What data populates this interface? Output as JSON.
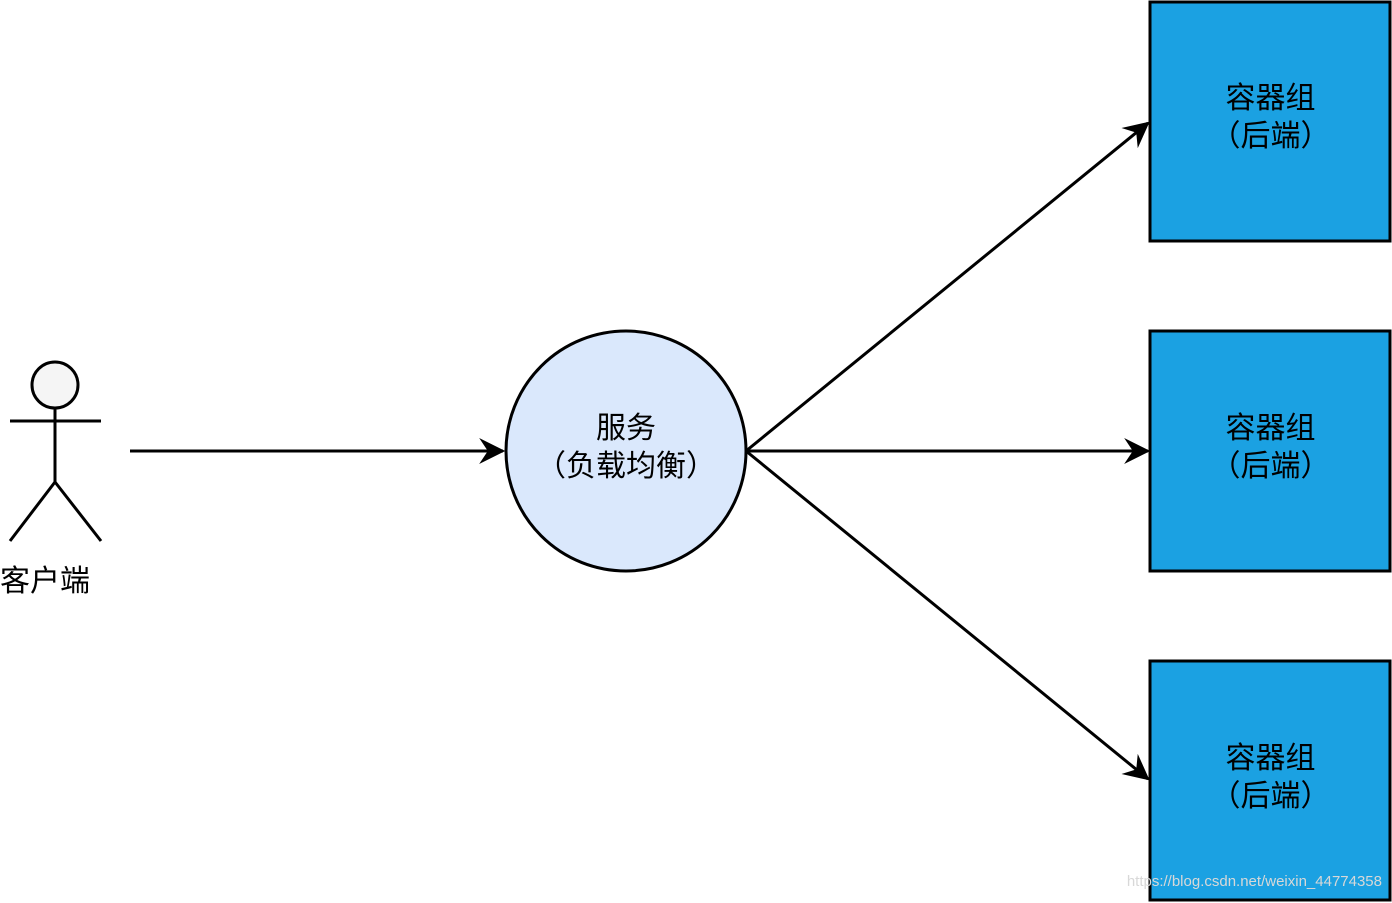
{
  "client": {
    "label": "客户端"
  },
  "service": {
    "line1": "服务",
    "line2": "（负载均衡）"
  },
  "pods": [
    {
      "line1": "容器组",
      "line2": "（后端）"
    },
    {
      "line1": "容器组",
      "line2": "（后端）"
    },
    {
      "line1": "容器组",
      "line2": "（后端）"
    }
  ],
  "watermark": "https://blog.csdn.net/weixin_44774358",
  "colors": {
    "service_fill": "#dae8fc",
    "pod_fill": "#1ba1e2",
    "actor_head_fill": "#f5f5f5",
    "stroke": "#000000"
  }
}
